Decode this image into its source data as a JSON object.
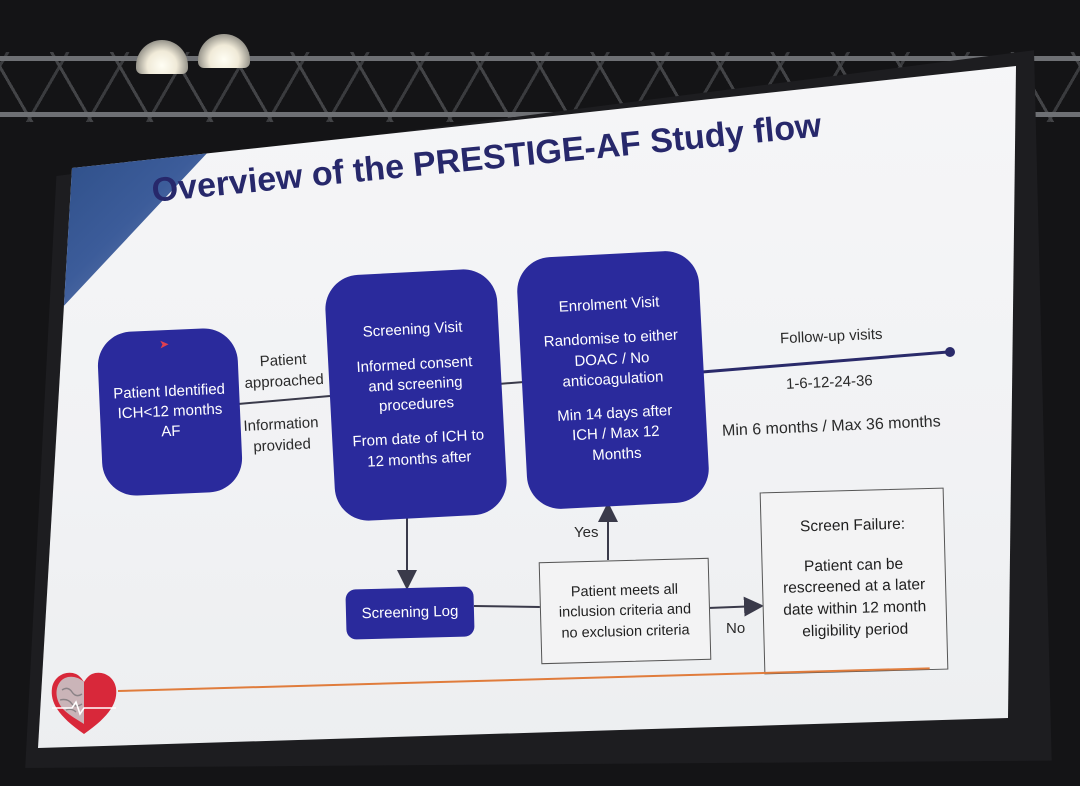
{
  "title": "Overview of the PRESTIGE-AF Study flow",
  "colors": {
    "node_fill": "#2a2a9c",
    "title": "#27286b",
    "arrow": "#3a3a4a",
    "footer_line": "#e07c3c",
    "heart": "#d8283a"
  },
  "nodes": {
    "patient": {
      "lines": [
        "Patient Identified",
        "ICH<12 months",
        "AF"
      ]
    },
    "screening_visit": {
      "title": "Screening Visit",
      "lines1": [
        "Informed consent",
        "and screening",
        "procedures"
      ],
      "lines2": [
        "From date of ICH to",
        "12 months after"
      ]
    },
    "enrolment_visit": {
      "title": "Enrolment Visit",
      "lines1": [
        "Randomise to either",
        "DOAC / No",
        "anticoagulation"
      ],
      "lines2": [
        "Min 14 days after",
        "ICH / Max 12",
        "Months"
      ]
    },
    "screening_log": {
      "label": "Screening Log"
    },
    "criteria": {
      "lines": [
        "Patient meets all",
        "inclusion criteria and",
        "no exclusion criteria"
      ]
    },
    "screen_failure": {
      "title": "Screen Failure:",
      "lines": [
        "Patient can be",
        "rescreened at a later",
        "date within 12 month",
        "eligibility period"
      ]
    }
  },
  "edge_labels": {
    "patient_approached": [
      "Patient",
      "approached"
    ],
    "information_provided": [
      "Information",
      "provided"
    ],
    "yes": "Yes",
    "no": "No"
  },
  "follow_up": {
    "label": "Follow-up visits",
    "schedule": "1-6-12-24-36",
    "duration": "Min 6 months / Max 36 months"
  },
  "logo": {
    "icon": "brain-heart-icon"
  }
}
